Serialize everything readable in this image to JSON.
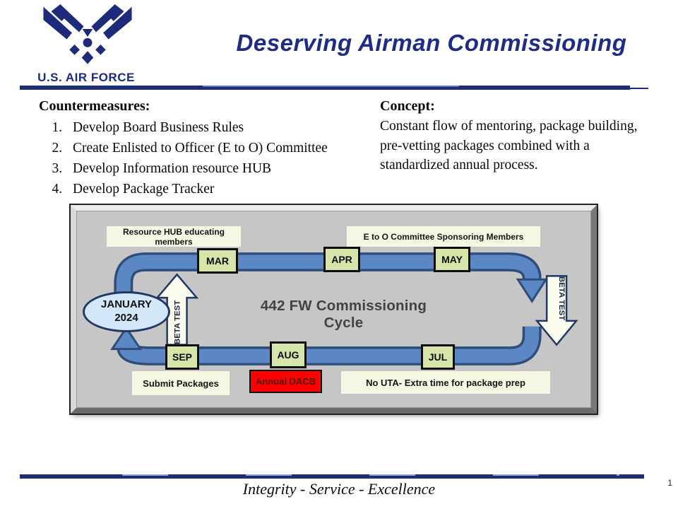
{
  "header": {
    "title": "Deserving Airman Commissioning",
    "org_label": "U.S. AIR FORCE",
    "logo_icon": "usaf-wings-icon",
    "navy": "#1e2b7b"
  },
  "countermeasures": {
    "heading": "Countermeasures:",
    "items": [
      "Develop Board Business Rules",
      "Create Enlisted to Officer (E to O) Committee",
      "Develop Information resource HUB",
      "Develop Package Tracker"
    ]
  },
  "concept": {
    "heading": "Concept:",
    "body": "Constant flow of mentoring, package building, pre-vetting packages combined with a standardized annual process."
  },
  "diagram": {
    "cycle_title": "442 FW Commissioning Cycle",
    "start_node": {
      "month": "JANUARY",
      "year": "2024"
    },
    "top_flow_label_left": "Resource HUB educating members",
    "top_flow_label_right": "E to O Committee Sponsoring Members",
    "months_top": [
      "MAR",
      "APR",
      "MAY"
    ],
    "months_bottom": [
      "SEP",
      "AUG",
      "JUL"
    ],
    "beta_test_left": "BETA TEST",
    "beta_test_right": "BETA TEST",
    "bottom_labels": {
      "submit": "Submit Packages",
      "dacb": "Annual DACB",
      "no_uta": "No UTA- Extra time for package prep"
    },
    "colors": {
      "band_blue": "#5b87c5",
      "band_outline": "#2e4d79",
      "month_green": "#d6e5a9",
      "label_cream": "#f7f8e4",
      "alert_red": "#fb0200",
      "node_blue": "#d4e6f9",
      "navy": "#1f3864",
      "panel_gray": "#c6c6c6"
    }
  },
  "footer": {
    "motto": "Integrity - Service - Excellence",
    "page_number": "1"
  }
}
